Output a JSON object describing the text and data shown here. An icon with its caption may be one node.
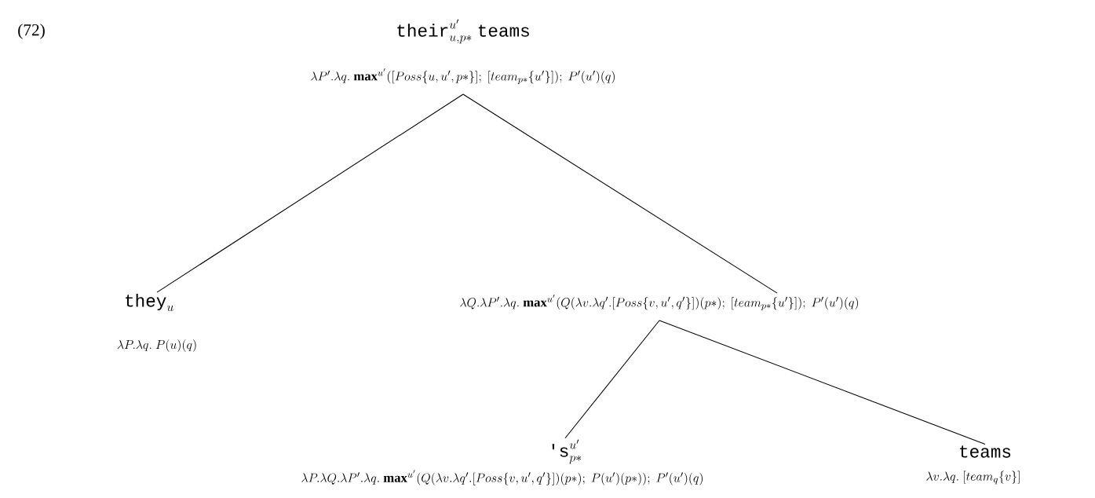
{
  "diagram": {
    "nodes": [
      {
        "text": [
          "\\texttt{their}^{u'}_{u,p*}\\ \\texttt{teams}",
          "\\lambda P'.\\lambda q.\\ \\mathbf{max}^{u'}([Poss\\{u,u',p*\\}];\\ [team_{p*}\\{u'\\}]);\\ P'(u')(q)"
        ]
      },
      {
        "text": [
          "\\texttt{they}_u",
          "\\lambda P.\\lambda q.\\ P(u)(q)"
        ]
      },
      {
        "text": [
          "\\lambda Q.\\lambda P'.\\lambda q.\\ \\mathbf{max}^{u'}(Q(\\lambda v.\\lambda q'.[Poss\\{v,u',q'\\}])(p*);\\ [team_{p*}\\{u'\\}]);\\ P'(u')(q)"
        ]
      },
      {
        "text": [
          "\\texttt{'s}^{u'}_{p*}",
          "\\lambda P.\\lambda Q.\\lambda P'.\\lambda q.\\ \\mathbf{max}^{u'}(Q(\\lambda v.\\lambda q'.[Poss\\{v,u',q'\\}])(p*);\\ P(u')(p*));\\ P'(u')(q)"
        ]
      },
      {
        "text": [
          "\\texttt{teams}",
          "\\lambda v.\\lambda q.\\ [team_q\\{v\\}]"
        ]
      }
    ],
    "edges": [
      {
        "from": 0,
        "to": 1,
        "arrow": "none"
      },
      {
        "from": 0,
        "to": 2,
        "arrow": "none"
      },
      {
        "from": 2,
        "to": 3,
        "arrow": "none"
      },
      {
        "from": 2,
        "to": 4,
        "arrow": "none"
      }
    ],
    "labels": [
      "(72)"
    ]
  }
}
